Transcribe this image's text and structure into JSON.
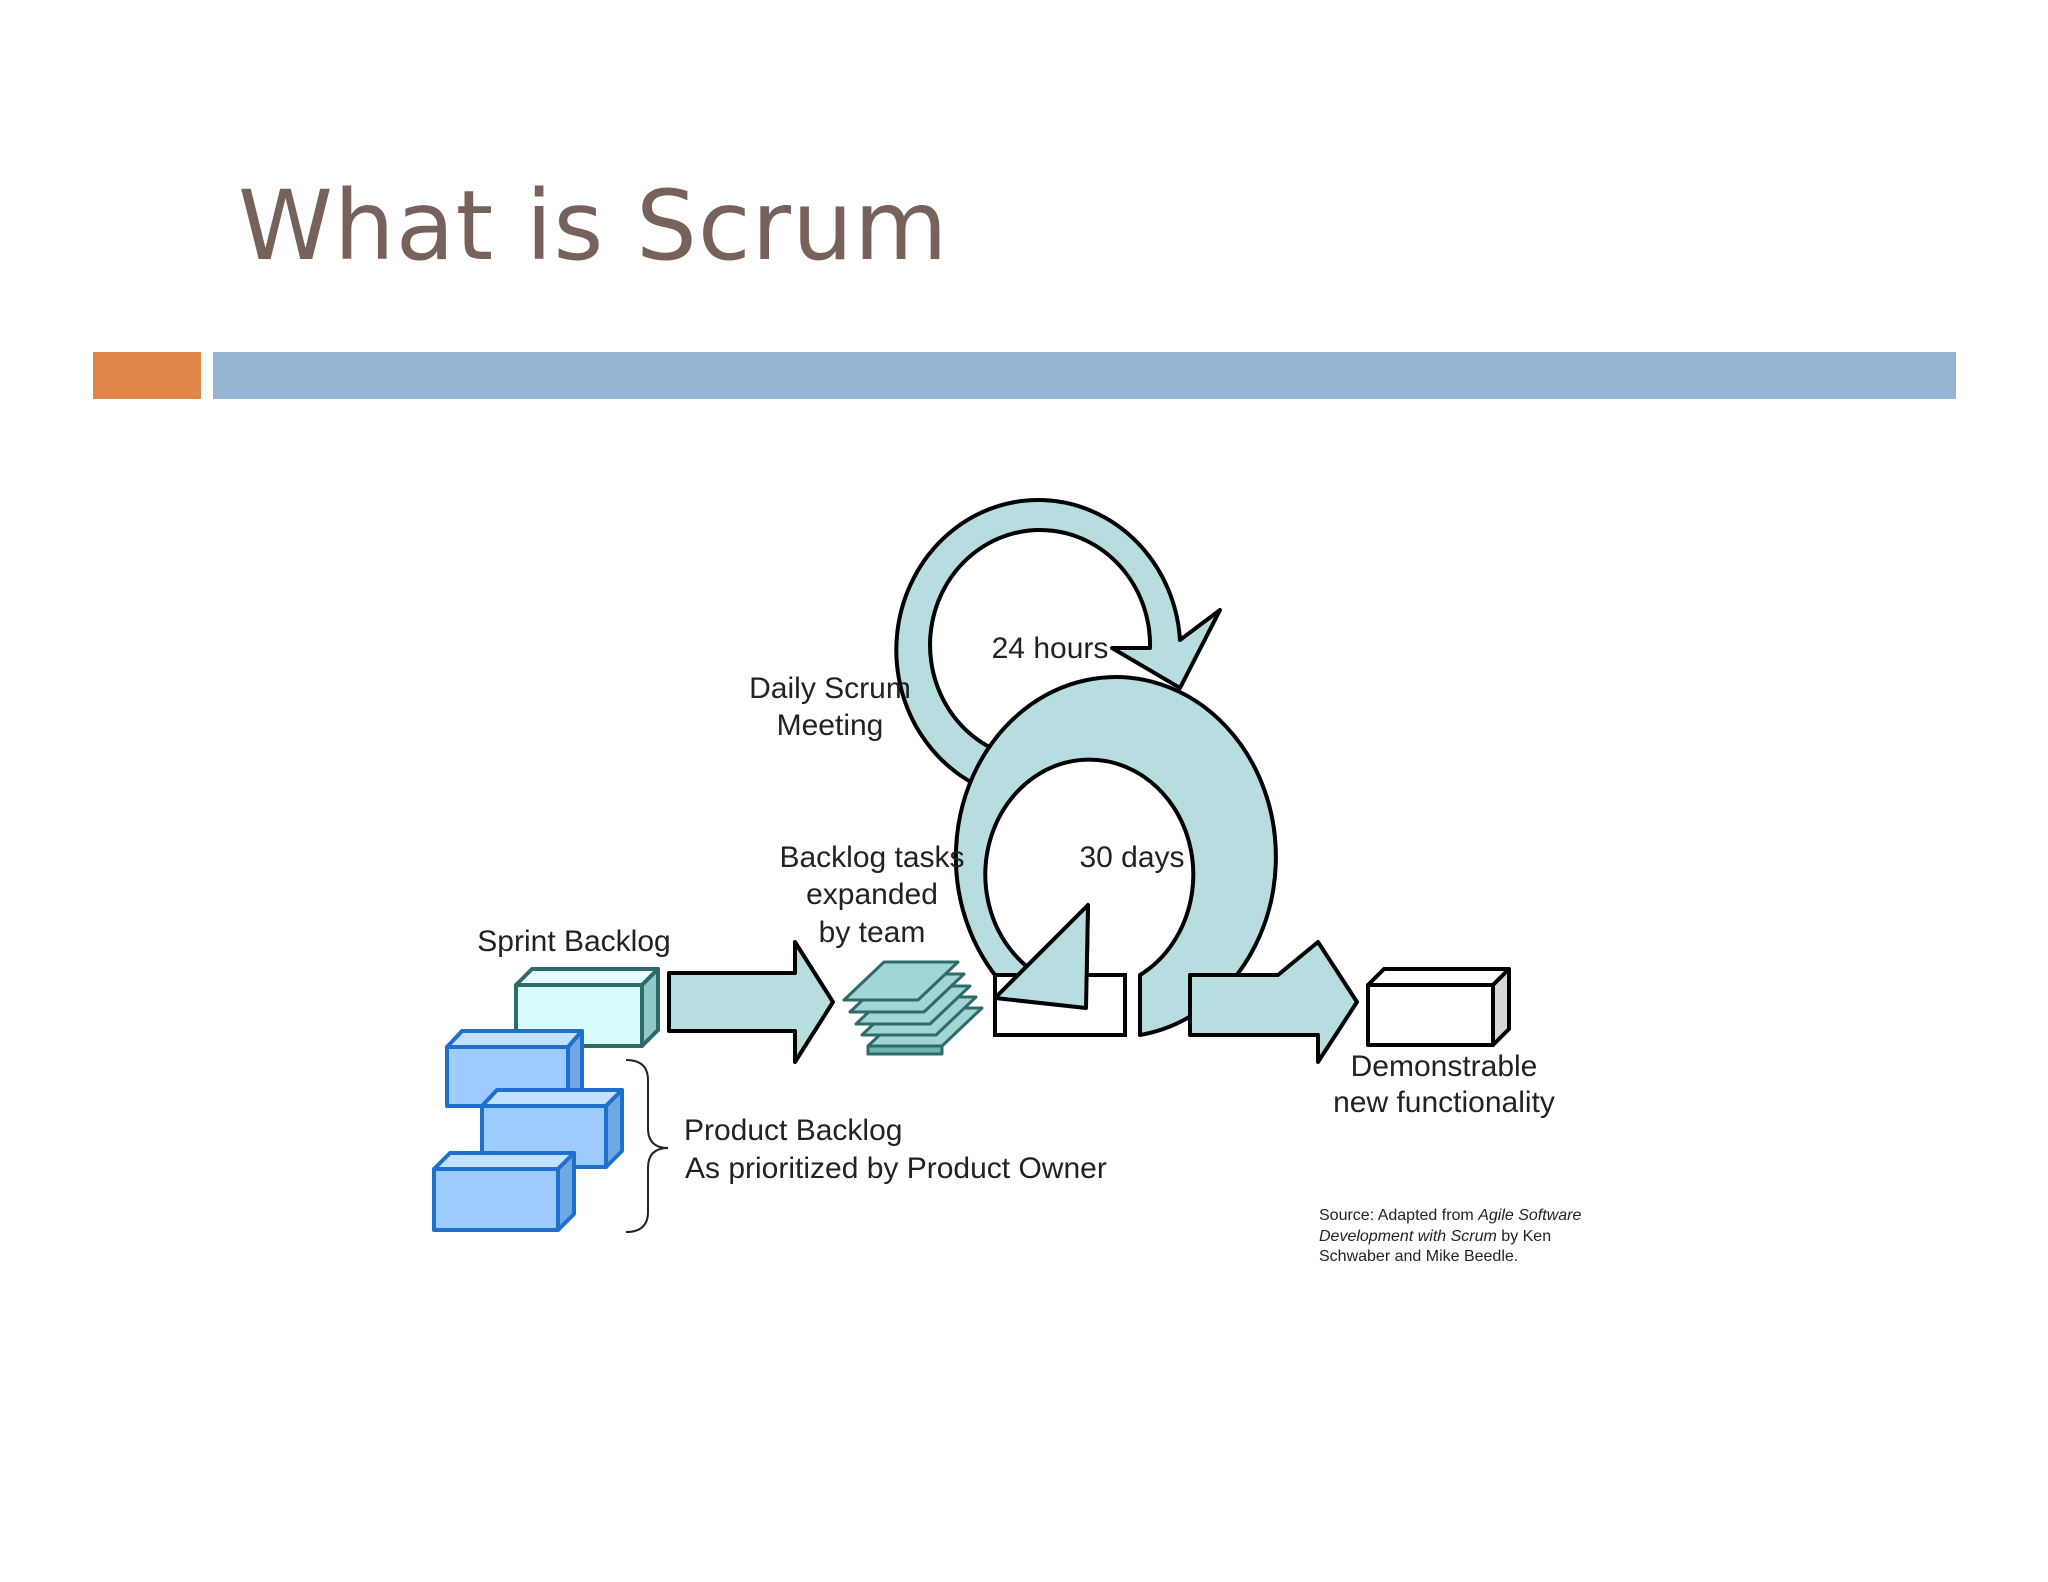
{
  "slide": {
    "title": "What is Scrum",
    "accent_orange": "#df8547",
    "accent_blue": "#95b5d2"
  },
  "diagram": {
    "daily_scrum_line1": "Daily Scrum",
    "daily_scrum_line2": "Meeting",
    "hours_label": "24 hours",
    "days_label": "30 days",
    "backlog_tasks_line1": "Backlog tasks",
    "backlog_tasks_line2": "expanded",
    "backlog_tasks_line3": "by team",
    "sprint_backlog": "Sprint Backlog",
    "product_backlog_line1": "Product Backlog",
    "product_backlog_line2": "As prioritized by Product Owner",
    "demonstrable_line1": "Demonstrable",
    "demonstrable_line2": "new functionality",
    "source_line1_a": "Source: Adapted from ",
    "source_line1_b": "Agile Software",
    "source_line2_a": "Development with Scrum",
    "source_line2_b": " by Ken",
    "source_line3": "Schwaber and Mike Beedle.",
    "colors": {
      "loop_fill": "#b7dde0",
      "sprint_box": "#d6fbfb",
      "product_box": "#9dcbff",
      "product_box_stroke": "#1f6fcf",
      "task_sheet": "#a2d6d6"
    }
  }
}
